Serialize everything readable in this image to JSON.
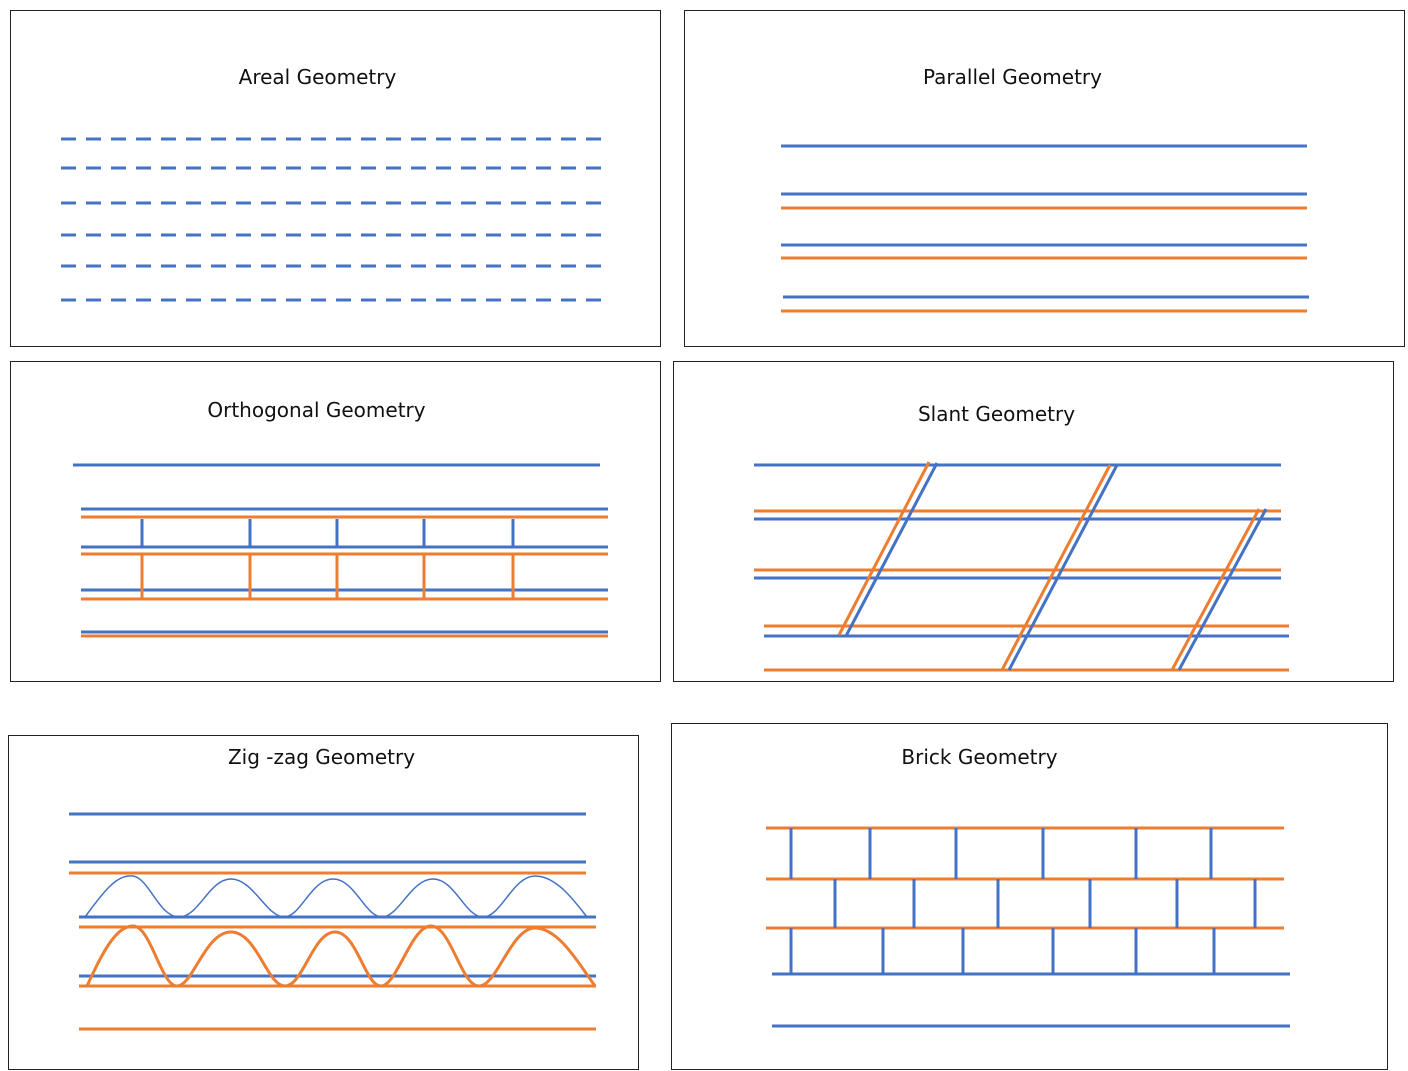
{
  "colors": {
    "blue": "#4472C4",
    "orange": "#ED7D31"
  },
  "panels": {
    "areal": {
      "title": "Areal Geometry"
    },
    "parallel": {
      "title": "Parallel Geometry"
    },
    "orthogonal": {
      "title": "Orthogonal Geometry"
    },
    "slant": {
      "title": "Slant Geometry"
    },
    "zigzag": {
      "title": "Zig -zag Geometry"
    },
    "brick": {
      "title": "Brick Geometry"
    }
  }
}
